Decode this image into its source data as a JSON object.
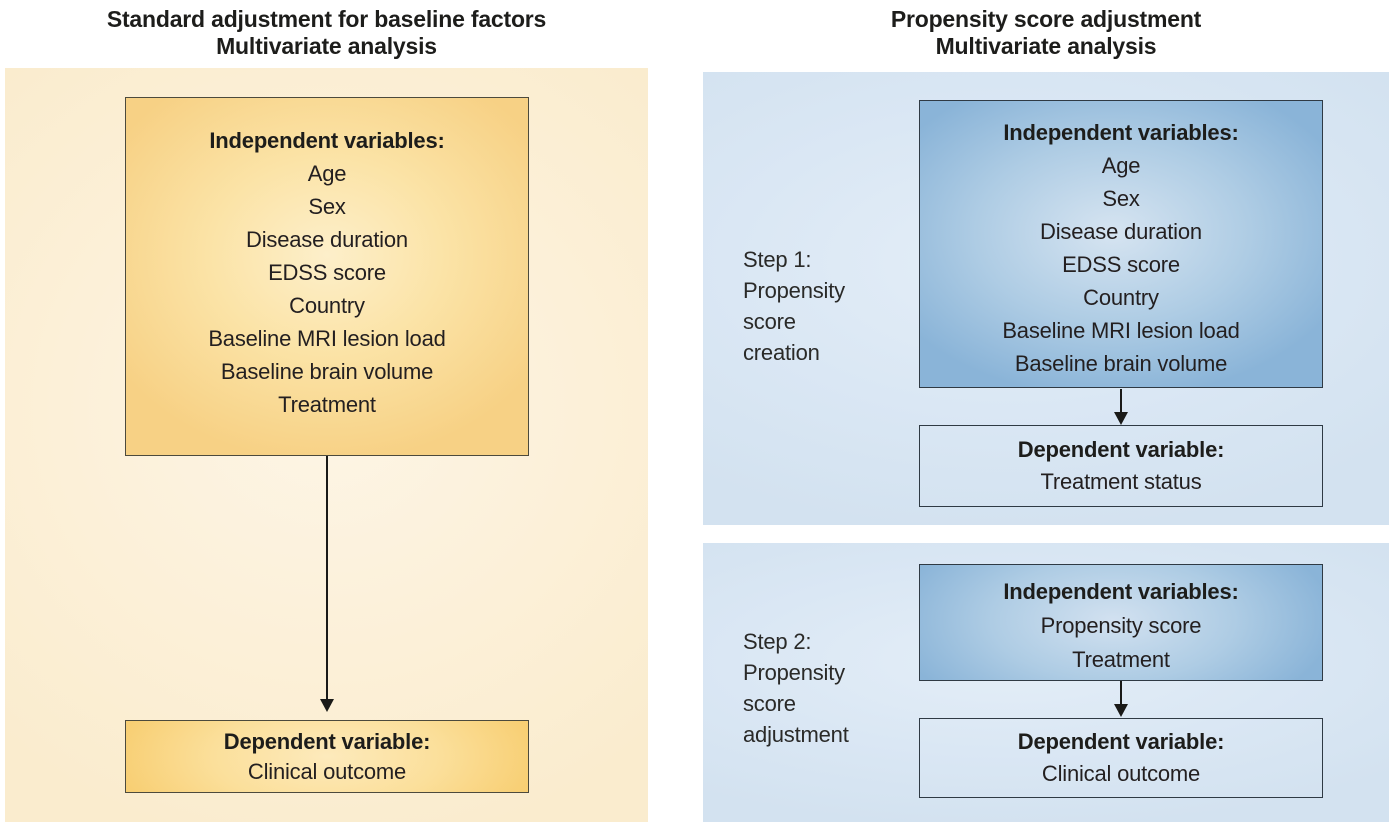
{
  "left": {
    "title_line1": "Standard adjustment for baseline factors",
    "title_line2": "Multivariate analysis",
    "independent_box": {
      "heading": "Independent variables:",
      "items": [
        "Age",
        "Sex",
        "Disease duration",
        "EDSS score",
        "Country",
        "Baseline MRI lesion load",
        "Baseline brain volume",
        "Treatment"
      ]
    },
    "dependent_box": {
      "heading": "Dependent variable:",
      "value": "Clinical outcome"
    }
  },
  "right": {
    "title_line1": "Propensity score adjustment",
    "title_line2": "Multivariate analysis",
    "step1": {
      "label_lines": [
        "Step 1:",
        "Propensity",
        "score",
        "creation"
      ],
      "independent_box": {
        "heading": "Independent variables:",
        "items": [
          "Age",
          "Sex",
          "Disease duration",
          "EDSS score",
          "Country",
          "Baseline MRI lesion load",
          "Baseline brain volume"
        ]
      },
      "dependent_box": {
        "heading": "Dependent variable:",
        "value": "Treatment status"
      }
    },
    "step2": {
      "label_lines": [
        "Step 2:",
        "Propensity",
        "score",
        "adjustment"
      ],
      "independent_box": {
        "heading": "Independent variables:",
        "items": [
          "Propensity score",
          "Treatment"
        ]
      },
      "dependent_box": {
        "heading": "Dependent variable:",
        "value": "Clinical outcome"
      }
    }
  },
  "colors": {
    "cream_panel": "#fcf0d8",
    "yellow_box_edge": "#f7d185",
    "yellow_box_center": "#fdefca",
    "blue_panel": "#d9e6f3",
    "blue_box_edge": "#8ab4d8",
    "blue_box_center": "#d6e4f1",
    "box_border": "#3b3f3a",
    "text": "#231f20"
  }
}
